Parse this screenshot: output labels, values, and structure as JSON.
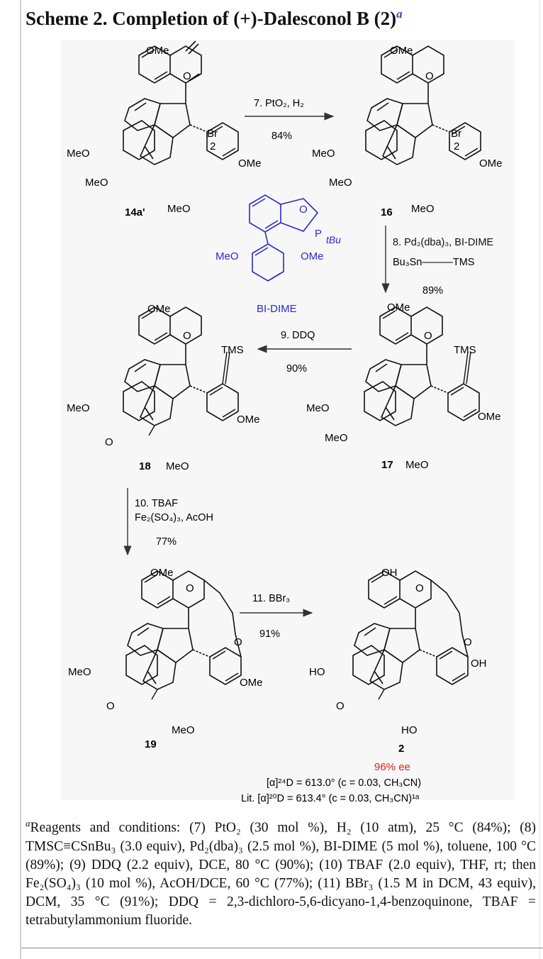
{
  "title": {
    "main": "Scheme 2. Completion of (+)-Dalesconol B (2)",
    "marker": "a"
  },
  "compounds": {
    "c14a": "14a'",
    "c16": "16",
    "c17": "17",
    "c18": "18",
    "c19": "19",
    "c2": "2",
    "bidime": "BI-DIME"
  },
  "steps": {
    "s7_reagent": "7. PtO₂, H₂",
    "s7_yield": "84%",
    "s8_reagent": "8. Pd₂(dba)₃, BI-DIME",
    "s8_reagent2": "Bu₃Sn———TMS",
    "s8_yield": "89%",
    "s9_reagent": "9. DDQ",
    "s9_yield": "90%",
    "s10_reagent": "10. TBAF",
    "s10_reagent2": "Fe₂(SO₄)₃, AcOH",
    "s10_yield": "77%",
    "s11_reagent": "11. BBr₃",
    "s11_yield": "91%"
  },
  "labels": {
    "ome": "OMe",
    "meo": "MeO",
    "oh": "OH",
    "ho": "HO",
    "br": "Br",
    "num2": "2",
    "tms": "TMS",
    "o": "O",
    "p_tbu": "P",
    "tbu": "tBu",
    "ee": "96% ee",
    "rotation": "[α]²⁴D = 613.0° (c = 0.03, CH₃CN)",
    "lit_rotation": "Lit. [α]²⁰D = 613.4° (c = 0.03, CH₃CN)¹ᵃ"
  },
  "footnote": {
    "marker": "a",
    "text": "Reagents and conditions: (7) PtO₂ (30 mol %), H₂ (10 atm), 25 °C (84%); (8) TMSC≡CSnBu₃ (3.0 equiv), Pd₂(dba)₃ (2.5 mol %), BI-DIME (5 mol %), toluene, 100 °C (89%); (9) DDQ (2.2 equiv), DCE, 80 °C (90%); (10) TBAF (2.0 equiv), THF, rt; then Fe₂(SO₄)₃ (10 mol %), AcOH/DCE, 60 °C (77%); (11) BBr₃ (1.5 M in DCM, 43 equiv), DCM, 35 °C (91%); DDQ = 2,3-dichloro-5,6-dicyano-1,4-benzoquinone, TBAF = tetrabutylammonium fluoride."
  },
  "colors": {
    "ligand": "#2a2acf",
    "ee": "#e0201c",
    "marker": "#2a4fc0"
  }
}
